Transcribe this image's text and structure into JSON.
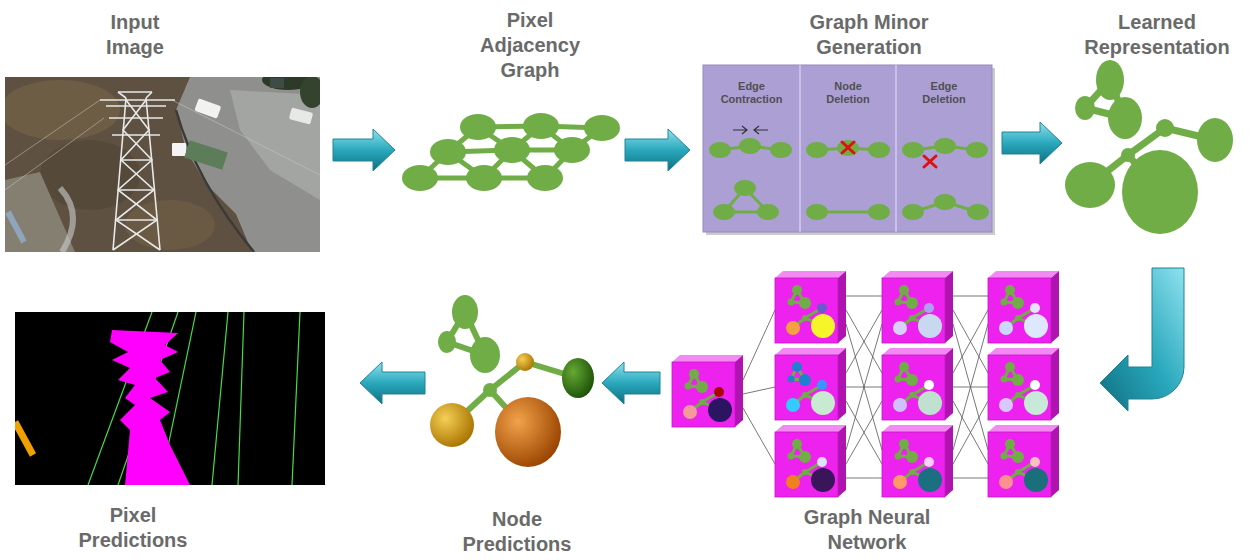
{
  "diagram": {
    "nodes": [
      {
        "text": [
          "Input Image"
        ]
      },
      {
        "text": [
          "Pixel Adjacency Graph"
        ]
      },
      {
        "text": [
          "Graph Minor Generation"
        ]
      },
      {
        "text": [
          "Edge Contraction"
        ],
        "in": 2
      },
      {
        "text": [
          "Node Deletion"
        ],
        "in": 2
      },
      {
        "text": [
          "Edge Deletion"
        ],
        "in": 2
      },
      {
        "text": [
          "Learned Representation"
        ]
      },
      {
        "text": [
          "Graph Neural Network"
        ]
      },
      {
        "text": [
          "Node Predictions"
        ]
      },
      {
        "text": [
          "Pixel Predictions"
        ]
      }
    ],
    "edges": [
      {
        "from": 0,
        "to": 1,
        "arrow": "to"
      },
      {
        "from": 1,
        "to": 2,
        "arrow": "to"
      },
      {
        "from": 2,
        "to": 6,
        "arrow": "to"
      },
      {
        "from": 6,
        "to": 7,
        "arrow": "to"
      },
      {
        "from": 7,
        "to": 8,
        "arrow": "to"
      },
      {
        "from": 8,
        "to": 9,
        "arrow": "to"
      }
    ]
  }
}
